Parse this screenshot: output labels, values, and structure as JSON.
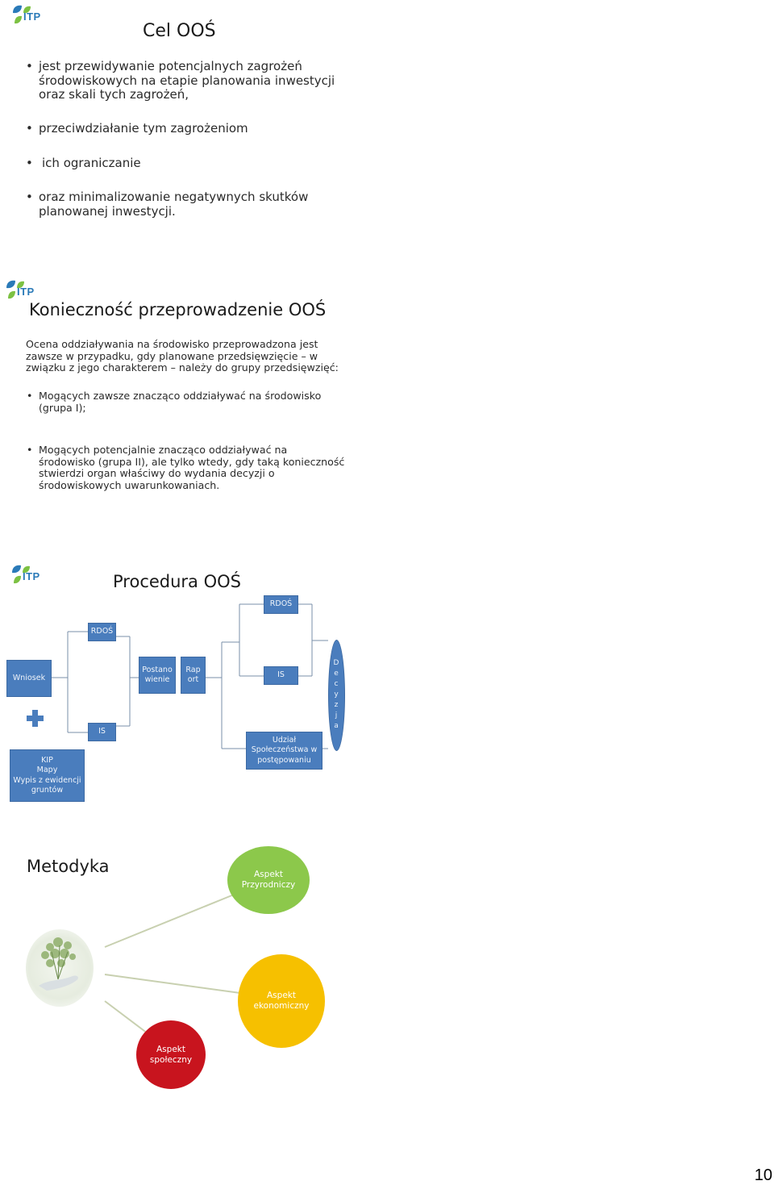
{
  "logo_text": "ITP",
  "slide1": {
    "title": "Cel OOŚ",
    "bullets": [
      [
        "jest przewidywanie potencjalnych zagrożeń",
        "środowiskowych na etapie planowania inwestycji",
        "oraz skali tych zagrożeń,"
      ],
      [
        "przeciwdziałanie tym zagrożeniom"
      ],
      [
        "ich ograniczanie"
      ],
      [
        "oraz minimalizowanie negatywnych skutków",
        "planowanej inwestycji."
      ]
    ]
  },
  "slide2": {
    "title": "Konieczność przeprowadzenie OOŚ",
    "intro": [
      "Ocena oddziaływania na środowisko przeprowadzona jest",
      "zawsze w przypadku, gdy planowane przedsięwzięcie – w",
      "związku z jego charakterem – należy do grupy przedsięwzięć:"
    ],
    "bullets": [
      [
        "Mogących zawsze znacząco oddziaływać na środowisko",
        "(grupa I);"
      ],
      [
        "Mogących potencjalnie znacząco oddziaływać na",
        "środowisko (grupa II), ale tylko wtedy, gdy taką konieczność",
        "stwierdzi organ właściwy do wydania decyzji o",
        "środowiskowych uwarunkowaniach."
      ]
    ]
  },
  "slide3": {
    "title": "Procedura OOŚ",
    "boxes": {
      "wniosek": "Wniosek",
      "rdos_left": "RDOŚ",
      "is_left": "IS",
      "kip": [
        "KIP",
        "Mapy",
        "Wypis z ewidencji",
        "gruntów"
      ],
      "postanowienie": [
        "Postano",
        "wienie"
      ],
      "raport": [
        "Rap",
        "ort"
      ],
      "rdos_right": "RDOŚ",
      "is_right": "IS",
      "udzial": [
        "Udział",
        "Społeczeństwa w",
        "postępowaniu"
      ],
      "decyzja": [
        "D",
        "e",
        "c",
        "y",
        "z",
        "j",
        "a"
      ]
    },
    "colors": {
      "box": "#4a7dbd",
      "plus": "#4a7dbd",
      "line": "#7a8fa8"
    }
  },
  "slide4": {
    "title": "Metodyka",
    "circles": {
      "przyrodniczy": [
        "Aspekt",
        "Przyrodniczy"
      ],
      "ekonomiczny": [
        "Aspekt",
        "ekonomiczny"
      ],
      "spoleczny": [
        "Aspekt",
        "społeczny"
      ]
    },
    "colors": {
      "przyrodniczy": "#8cc84b",
      "ekonomiczny": "#f6c000",
      "spoleczny": "#c8141e"
    }
  },
  "page_number": "10"
}
